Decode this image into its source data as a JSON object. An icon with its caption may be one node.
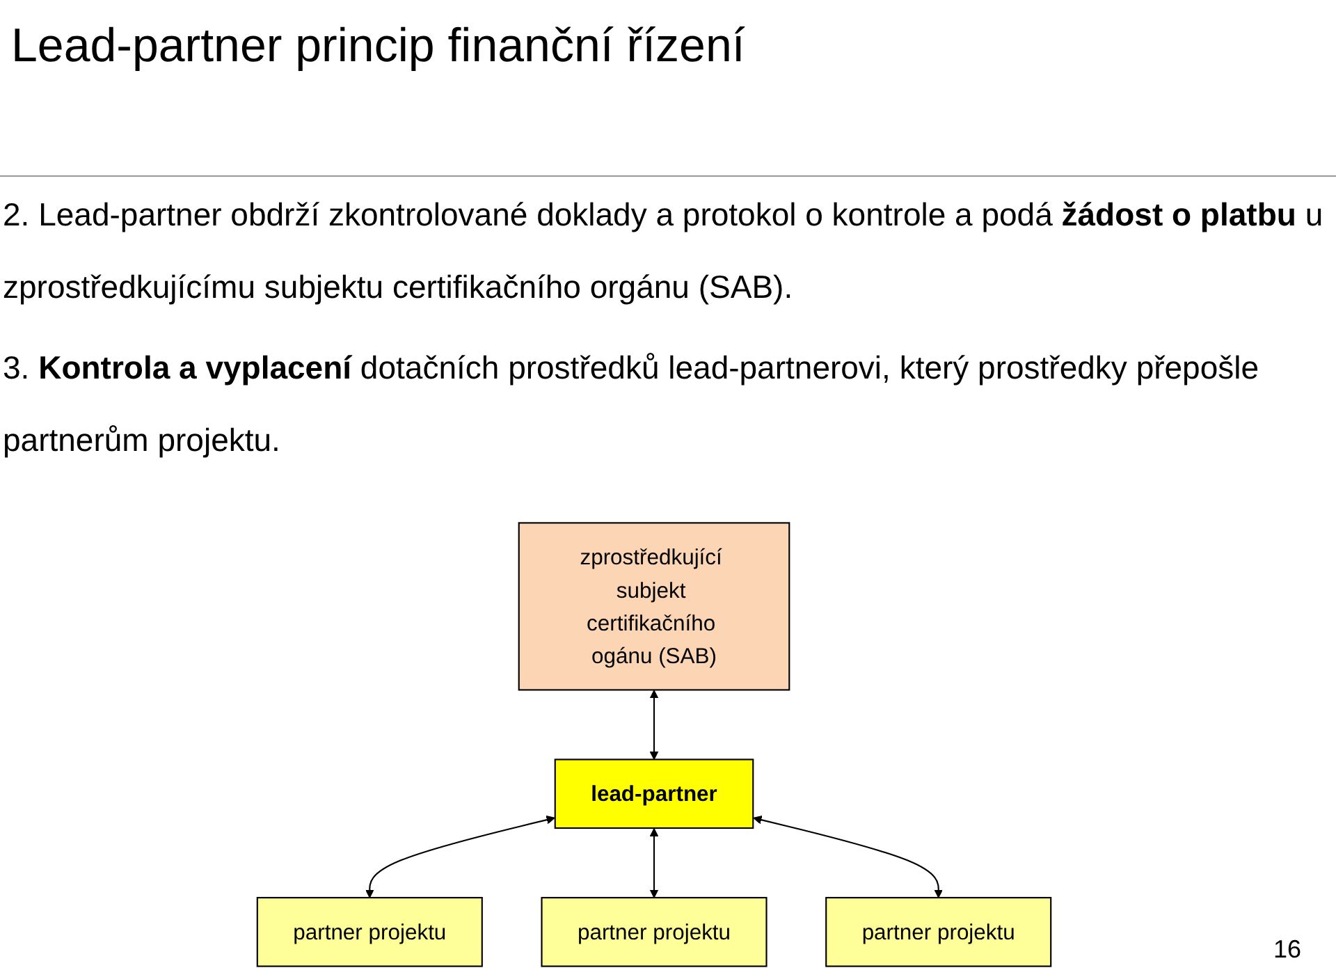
{
  "diagram": {
    "title": "Lead-partner princip finanční řízení",
    "nodes": [
      {
        "text": [
          "zprostředkující subjekt certifikačního ogánu (SAB)"
        ]
      },
      {
        "text": [
          "lead-partner"
        ]
      },
      {
        "text": [
          "partner projektu"
        ]
      },
      {
        "text": [
          "partner projektu"
        ]
      },
      {
        "text": [
          "partner projektu"
        ]
      }
    ],
    "edges": [
      {
        "from": 0,
        "to": 1,
        "arrow": "both"
      },
      {
        "from": 1,
        "to": 2,
        "arrow": "both"
      },
      {
        "from": 1,
        "to": 3,
        "arrow": "both"
      },
      {
        "from": 1,
        "to": 4,
        "arrow": "both"
      }
    ],
    "labels": [
      "2. Lead-partner obdrží zkontrolované doklady a protokol o kontrole a podá **žádost o platbu** u zprostředkujícímu subjektu certifikačního orgánu (SAB).",
      "3. **Kontrola a vyplacení** dotačních prostředků lead-partnerovi, který prostředky přepošle partnerům projektu.",
      "16"
    ]
  }
}
